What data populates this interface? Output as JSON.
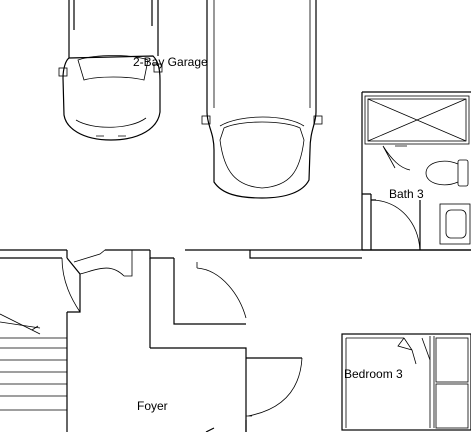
{
  "rooms": {
    "garage": "2-Bay Garage",
    "bath": "Bath 3",
    "foyer": "Foyer",
    "bedroom": "Bedroom 3"
  },
  "colors": {
    "line": "#000000",
    "background": "#ffffff"
  }
}
